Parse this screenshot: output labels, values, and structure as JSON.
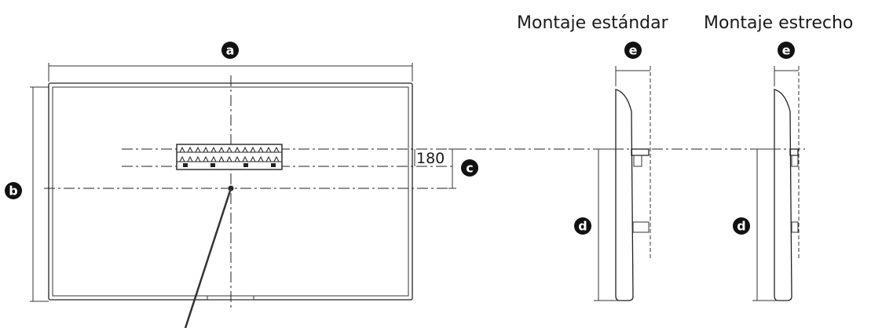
{
  "captions": {
    "standard": "Montaje estándar",
    "slim": "Montaje estrecho"
  },
  "badges": {
    "a": "a",
    "b": "b",
    "c": "c",
    "d": "d",
    "e": "e"
  },
  "dimension_value": "180",
  "colors": {
    "line": "#222222",
    "badge": "#111111",
    "background": "#ffffff"
  }
}
